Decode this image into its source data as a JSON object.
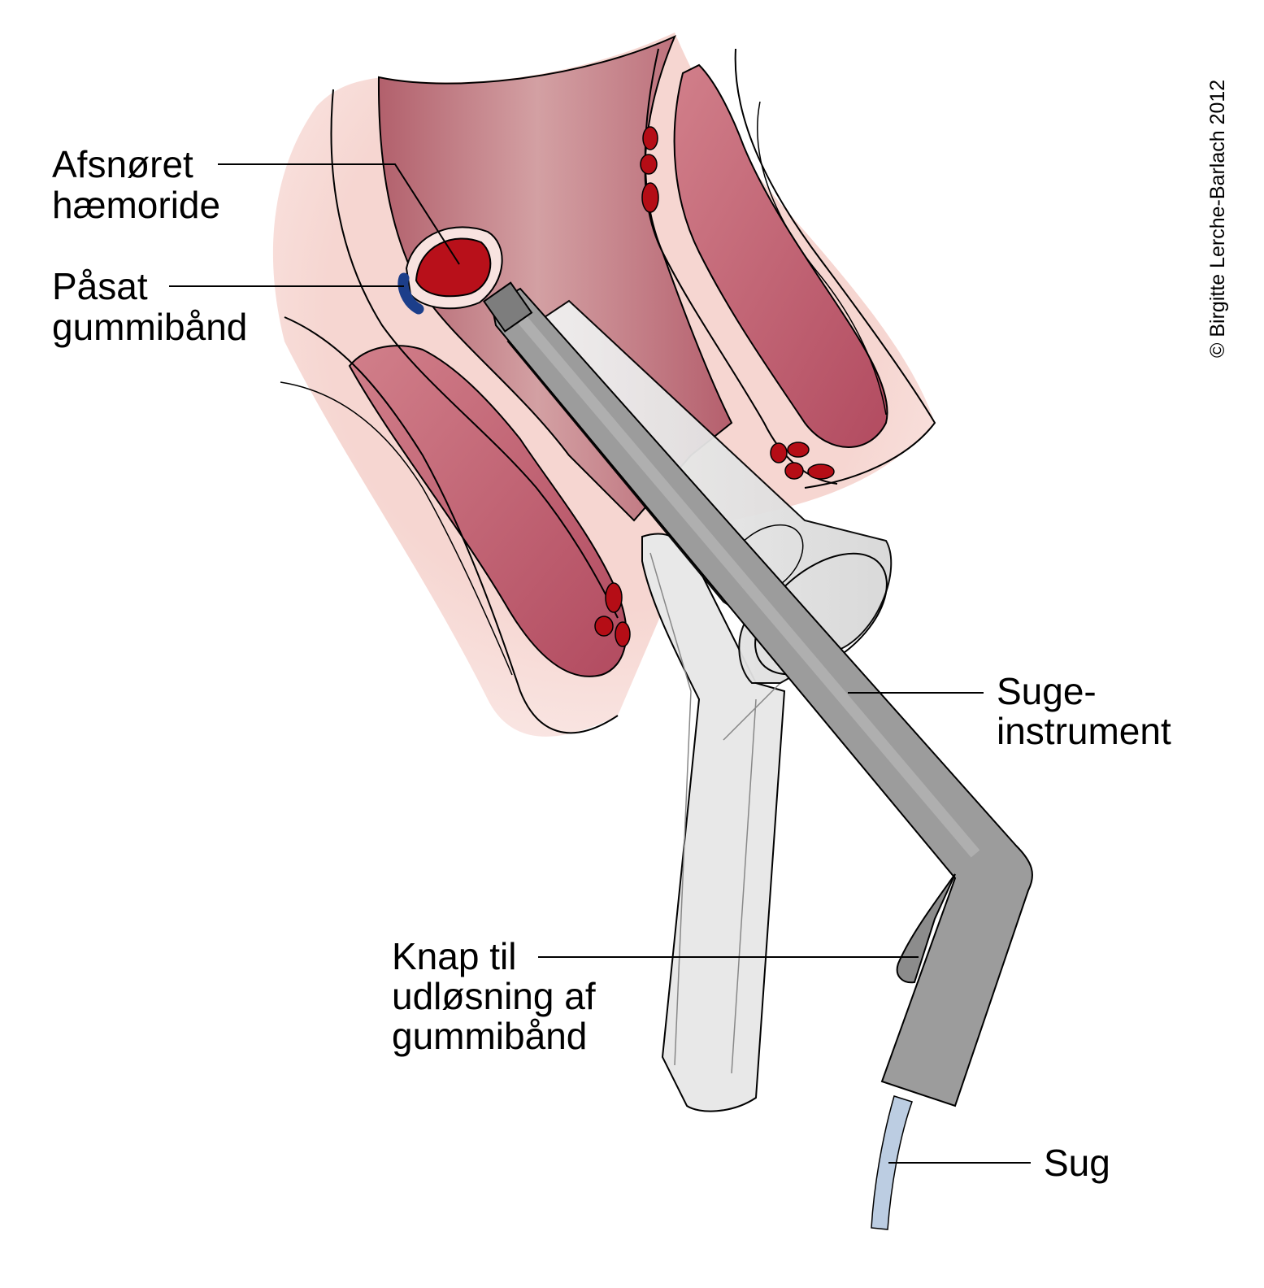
{
  "labels": {
    "ligated_hemorrhoid": [
      "Afsnøret",
      "hæmoride"
    ],
    "rubber_band": [
      "Påsat",
      "gummibånd"
    ],
    "suction_instrument": [
      "Suge-",
      "instrument"
    ],
    "release_button": [
      "Knap til",
      "udløsning af",
      "gummibånd"
    ],
    "suction": [
      "Sug"
    ]
  },
  "credit": "© Birgitte Lerche-Barlach 2012",
  "colors": {
    "skin": "#f7d9d4",
    "tissue_dark": "#b9596a",
    "tissue_mid": "#cf8a8d",
    "mucosa_light": "#e9bcbc",
    "vessel_red": "#b50d16",
    "rubber_band_blue": "#1c3e8a",
    "instrument_gray": "#9a9a9a",
    "anoscope_light": "#e6e6e6",
    "tube_blue": "#b9cbe3"
  }
}
